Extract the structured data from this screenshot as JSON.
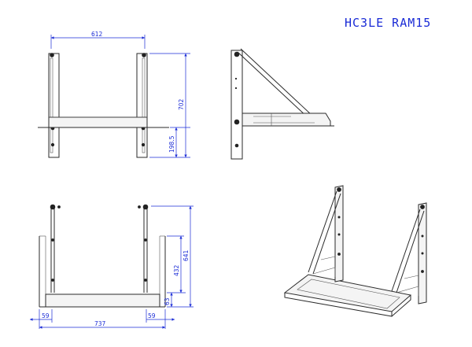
{
  "title": "HC3LE RAM15",
  "dims": {
    "top_width": "612",
    "top_height": "702",
    "top_lower": "198.5",
    "bottom_height_total": "641",
    "bottom_height_mid": "432",
    "bottom_height_low": "63",
    "bottom_width": "737",
    "bottom_left_offset": "59",
    "bottom_right_offset": "59"
  },
  "colors": {
    "dimension": "#1a2bd6",
    "line": "#2a2a2a"
  }
}
